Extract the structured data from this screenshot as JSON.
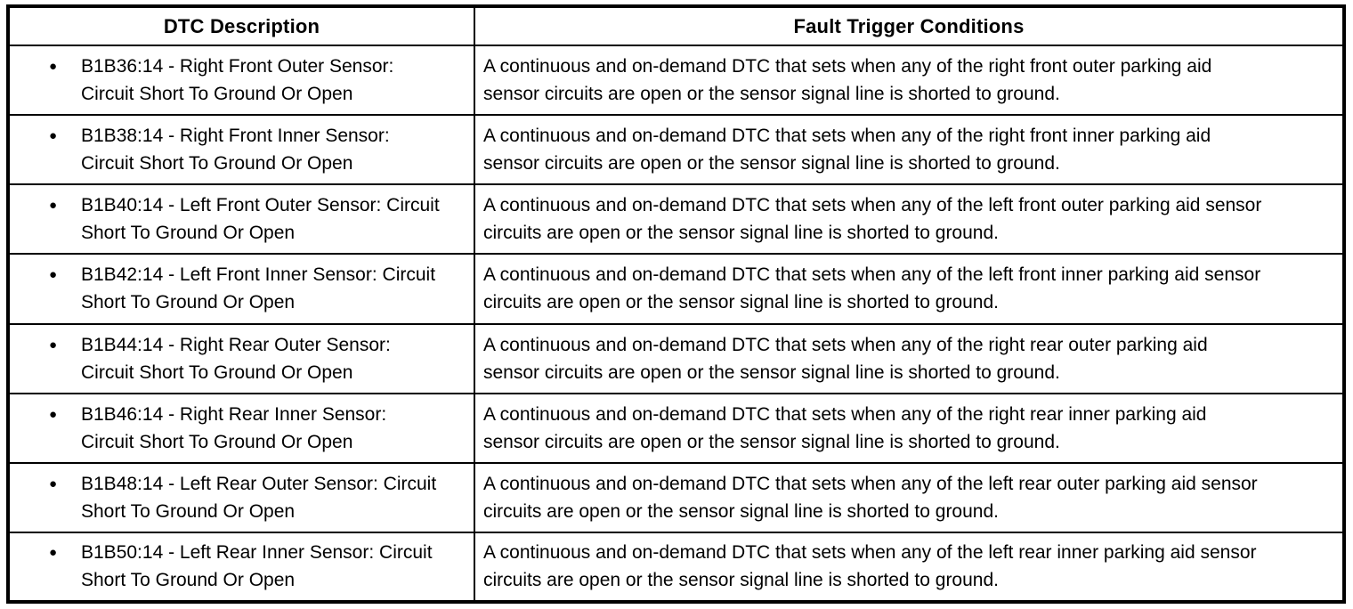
{
  "icons": {
    "bullet": "●"
  },
  "table": {
    "headers": {
      "dtc": "DTC Description",
      "condition": "Fault Trigger Conditions"
    },
    "rows": [
      {
        "dtc": "B1B36:14 - Right Front Outer Sensor: Circuit Short To Ground Or Open",
        "condition": "A continuous and on-demand DTC that sets when any of the right front outer parking aid sensor circuits are open or the sensor signal line is shorted to ground."
      },
      {
        "dtc": "B1B38:14 - Right Front Inner Sensor: Circuit Short To Ground Or Open",
        "condition": "A continuous and on-demand DTC that sets when any of the right front inner parking aid sensor circuits are open or the sensor signal line is shorted to ground."
      },
      {
        "dtc": "B1B40:14 - Left Front Outer Sensor: Circuit Short To Ground Or Open",
        "condition": "A continuous and on-demand DTC that sets when any of the left front outer parking aid sensor circuits are open or the sensor signal line is shorted to ground."
      },
      {
        "dtc": "B1B42:14 - Left Front Inner Sensor: Circuit Short To Ground Or Open",
        "condition": "A continuous and on-demand DTC that sets when any of the left front inner parking aid sensor circuits are open or the sensor signal line is shorted to ground."
      },
      {
        "dtc": "B1B44:14 - Right Rear Outer Sensor: Circuit Short To Ground Or Open",
        "condition": "A continuous and on-demand DTC that sets when any of the right rear outer parking aid sensor circuits are open or the sensor signal line is shorted to ground."
      },
      {
        "dtc": "B1B46:14 - Right Rear Inner Sensor: Circuit Short To Ground Or Open",
        "condition": "A continuous and on-demand DTC that sets when any of the right rear inner parking aid sensor circuits are open or the sensor signal line is shorted to ground."
      },
      {
        "dtc": "B1B48:14 - Left Rear Outer Sensor: Circuit Short To Ground Or Open",
        "condition": "A continuous and on-demand DTC that sets when any of the left rear outer parking aid sensor circuits are open or the sensor signal line is shorted to ground."
      },
      {
        "dtc": "B1B50:14 - Left Rear Inner Sensor: Circuit Short To Ground Or Open",
        "condition": "A continuous and on-demand DTC that sets when any of the left rear inner parking aid sensor circuits are open or the sensor signal line is shorted to ground."
      }
    ]
  }
}
